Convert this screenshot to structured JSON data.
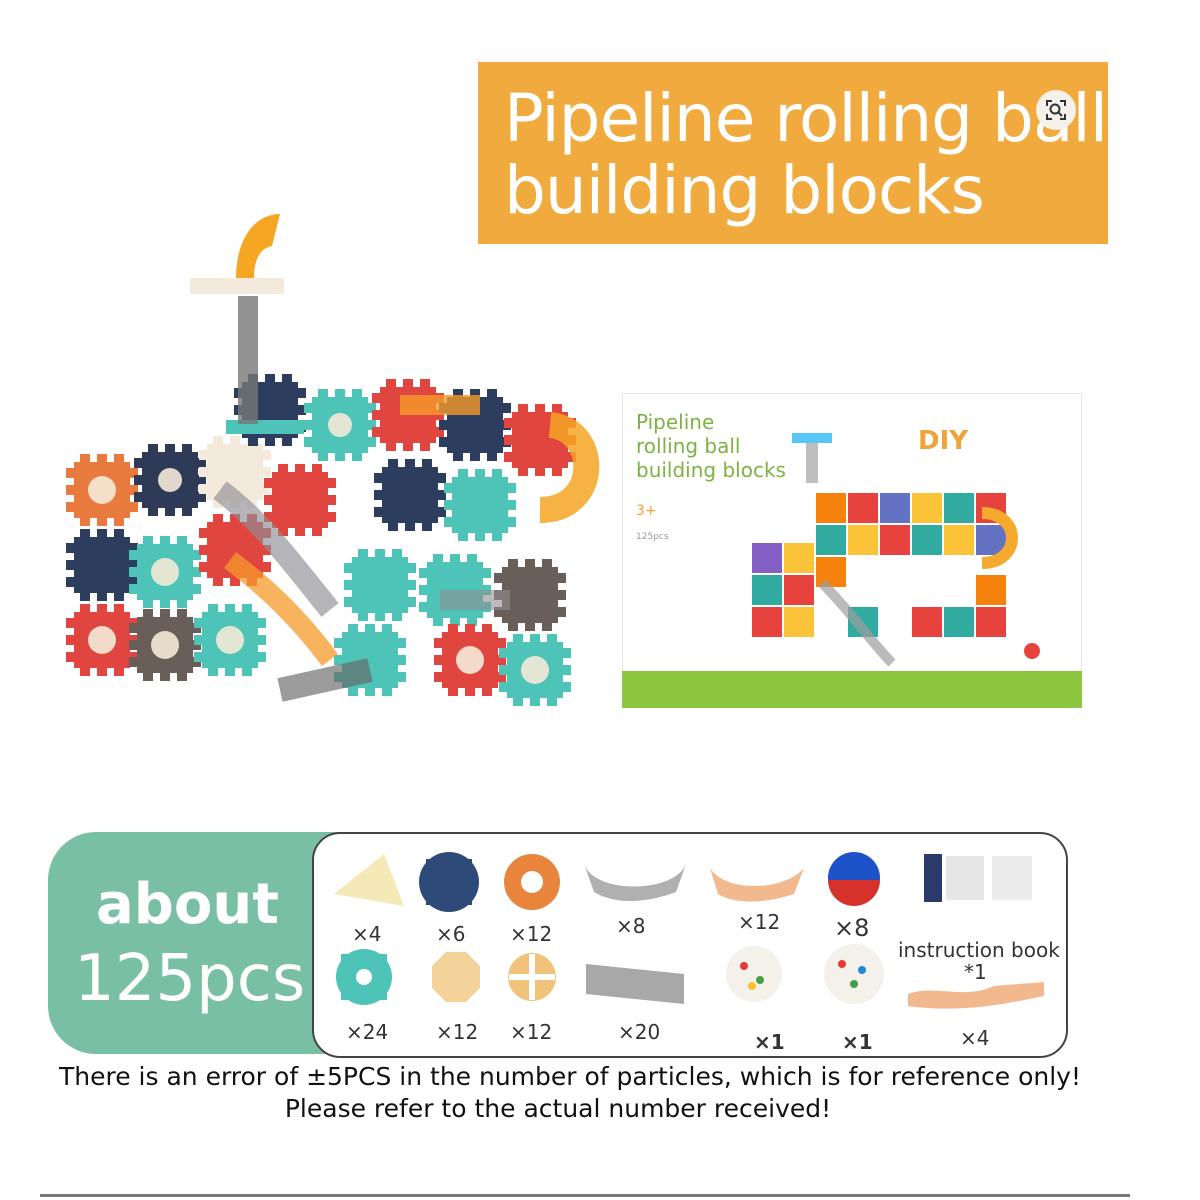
{
  "title": {
    "line1": "Pipeline rolling ball",
    "line2": "building blocks",
    "lens_icon": "search-image-icon"
  },
  "box": {
    "title_line1": "Pipeline",
    "title_line2": "rolling ball",
    "title_line3": "building blocks",
    "age": "3+",
    "pcs": "125pcs",
    "diy": "DIY"
  },
  "count_panel": {
    "about": "about",
    "count": "125pcs"
  },
  "parts": {
    "row1": [
      "×4",
      "×6",
      "×12",
      "×8",
      "×12",
      "×8"
    ],
    "row2": [
      "×24",
      "×12",
      "×12",
      "×20",
      "×1",
      "×1",
      "×4"
    ],
    "instruction_label": "instruction book",
    "instruction_count": "*1"
  },
  "note": {
    "line1": "There is an error of ±5PCS in the number of particles, which is for reference only!",
    "line2": "Please refer to the actual number received!"
  },
  "colors": {
    "title_orange": "#f0aa3e",
    "panel_green": "#78bfa5"
  }
}
